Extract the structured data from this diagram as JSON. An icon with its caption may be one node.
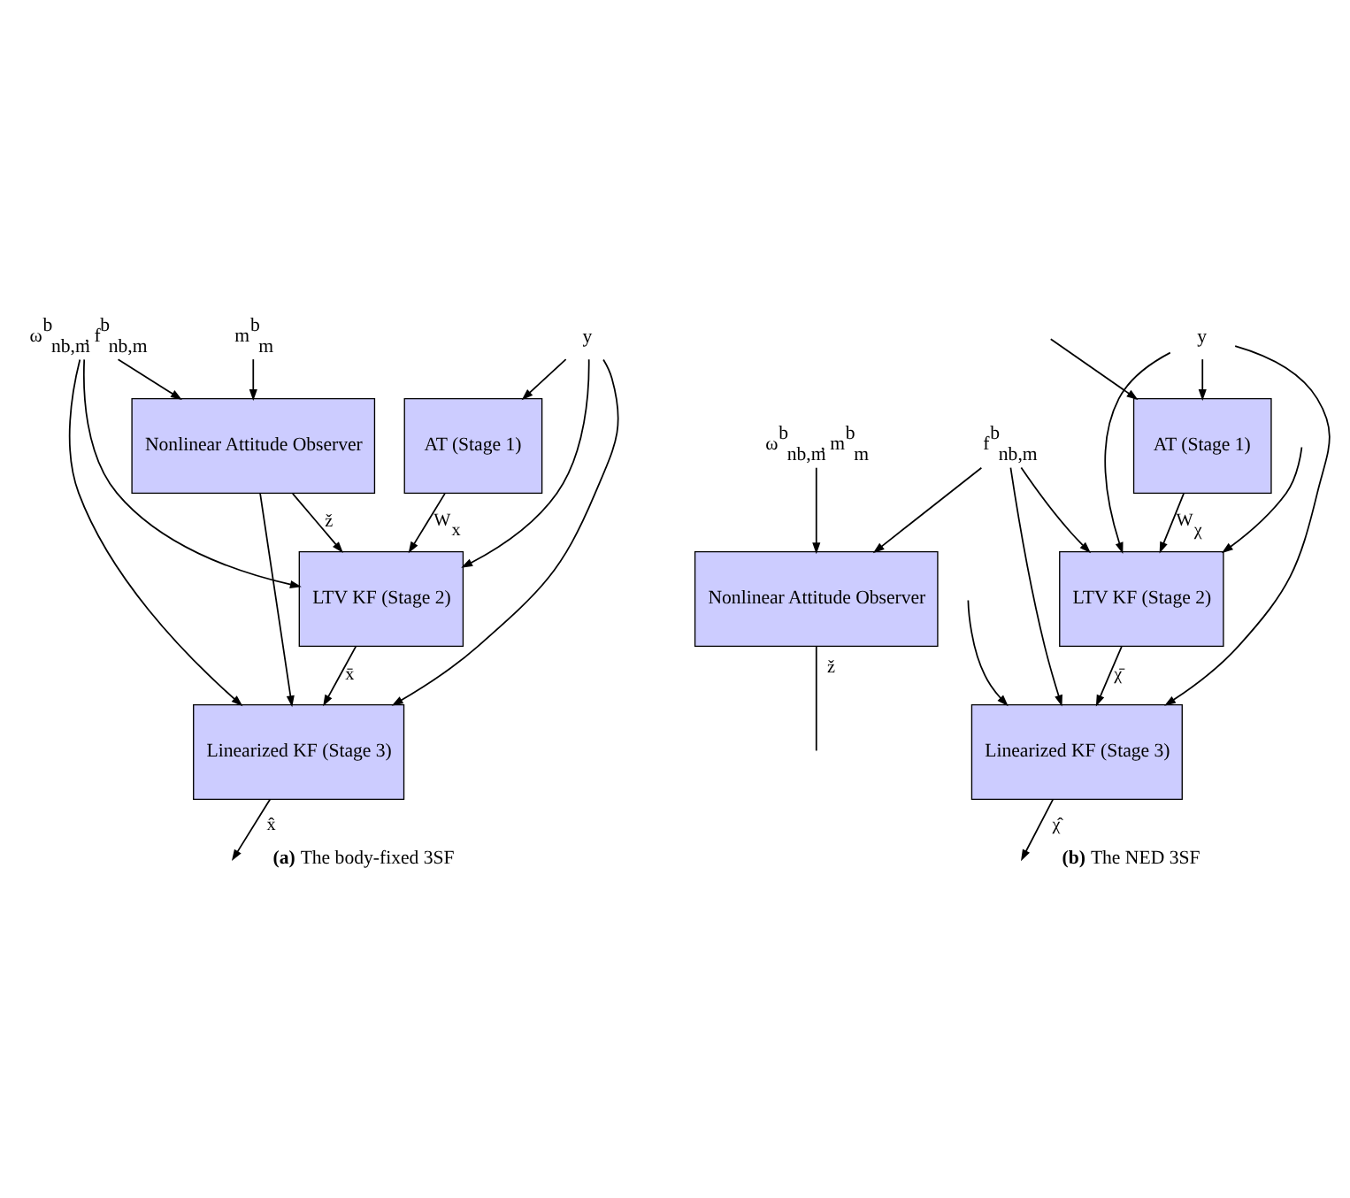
{
  "diagram": {
    "nodes": [
      {
        "text": [
          "m$^{b}$$_{m}$"
        ]
      },
      {
        "text": [
          "ω$^{b}$$_{nb,m}$, f$^{b}$$_{nb,m}$"
        ]
      },
      {
        "text": [
          "Nonlinear Attitude Observer"
        ]
      },
      {
        "text": [
          "y"
        ]
      },
      {
        "text": [
          "AT (Stage 1)"
        ]
      },
      {
        "text": [
          "LTV KF (Stage 2)"
        ]
      },
      {
        "text": [
          "Linearized KF (Stage 3)"
        ]
      },
      {
        "text": [
          "ω$^{b}$$_{nb,m}$, m$^{b}$$_{m}$"
        ]
      },
      {
        "text": [
          "f$^{b}$$_{nb,m}$"
        ]
      },
      {
        "text": [
          "Nonlinear Attitude Observer"
        ]
      },
      {
        "text": [
          "y"
        ]
      },
      {
        "text": [
          "AT (Stage 1)"
        ]
      },
      {
        "text": [
          "LTV KF (Stage 2)"
        ]
      },
      {
        "text": [
          "Linearized KF (Stage 3)"
        ]
      }
    ],
    "edges": [
      {
        "from": 0,
        "to": 2,
        "arrow": "to"
      },
      {
        "from": 1,
        "to": 2,
        "arrow": "to"
      },
      {
        "from": 1,
        "to": 5,
        "arrow": "to"
      },
      {
        "from": 1,
        "to": 6,
        "arrow": "to"
      },
      {
        "from": 3,
        "to": 4,
        "arrow": "to"
      },
      {
        "from": 3,
        "to": 5,
        "arrow": "to"
      },
      {
        "from": 3,
        "to": 6,
        "arrow": "to"
      },
      {
        "from": 2,
        "to": 5,
        "arrow": "to",
        "label": "ž"
      },
      {
        "from": 2,
        "to": 6,
        "arrow": "to"
      },
      {
        "from": 4,
        "to": 5,
        "arrow": "to",
        "label": "W$_{x}$"
      },
      {
        "from": 5,
        "to": 6,
        "arrow": "to",
        "label": "x̄"
      },
      {
        "from": 6,
        "to": null,
        "arrow": "to",
        "label": "x̂"
      },
      {
        "from": 7,
        "to": 9,
        "arrow": "to"
      },
      {
        "from": 8,
        "to": 9,
        "arrow": "to"
      },
      {
        "from": 8,
        "to": 12,
        "arrow": "to"
      },
      {
        "from": 8,
        "to": 13,
        "arrow": "to"
      },
      {
        "from": 10,
        "to": 11,
        "arrow": "to"
      },
      {
        "from": 10,
        "to": 12,
        "arrow": "to"
      },
      {
        "from": 10,
        "to": 13,
        "arrow": "to"
      },
      {
        "from": 9,
        "to": null,
        "arrow": "none",
        "label": "ž"
      },
      {
        "from": null,
        "to": 11,
        "arrow": "to"
      },
      {
        "from": null,
        "to": 12,
        "arrow": "to"
      },
      {
        "from": null,
        "to": 13,
        "arrow": "to"
      },
      {
        "from": 11,
        "to": 12,
        "arrow": "to",
        "label": "W$_{χ}$"
      },
      {
        "from": 12,
        "to": 13,
        "arrow": "to",
        "label": "χ̄"
      },
      {
        "from": 13,
        "to": null,
        "arrow": "to",
        "label": "χ̂"
      }
    ],
    "labels": [
      "**(a)** The body-fixed 3SF",
      "**(b)** The NED 3SF"
    ]
  }
}
